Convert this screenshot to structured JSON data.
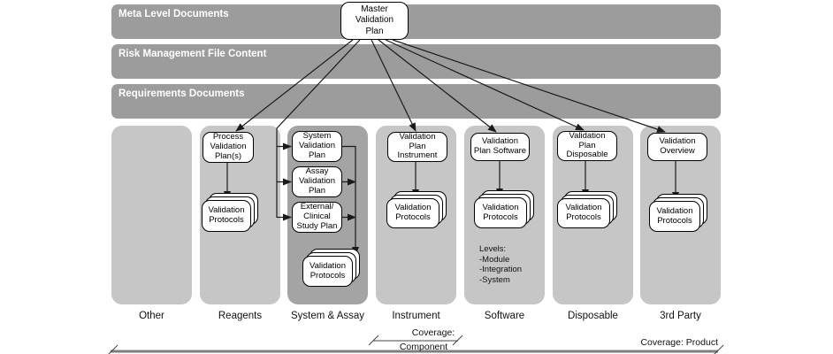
{
  "header_bars": [
    {
      "label": "Meta Level Documents"
    },
    {
      "label": "Risk Management File Content"
    },
    {
      "label": "Requirements Documents"
    }
  ],
  "master_plan": {
    "label": "Master\nValidation\nPlan"
  },
  "columns": [
    {
      "label": "Other"
    },
    {
      "label": "Reagents",
      "plan": "Process\nValidation\nPlan(s)",
      "protocols": "Validation\nProtocols"
    },
    {
      "label": "System & Assay",
      "plans": [
        "System\nValidation\nPlan",
        "Assay\nValidation\nPlan",
        "External/\nClinical\nStudy Plan"
      ],
      "protocols": "Validation\nProtocols"
    },
    {
      "label": "Instrument",
      "plan": "Validation\nPlan\nInstrument",
      "protocols": "Validation\nProtocols"
    },
    {
      "label": "Software",
      "plan": "Validation\nPlan Software",
      "protocols": "Validation\nProtocols",
      "levels_note": "Levels:\n-Module\n-Integration\n-System"
    },
    {
      "label": "Disposable",
      "plan": "Validation\nPlan\nDisposable",
      "protocols": "Validation\nProtocols"
    },
    {
      "label": "3rd Party",
      "plan": "Validation\nOverview",
      "protocols": "Validation\nProtocols"
    }
  ],
  "coverage": {
    "component_title": "Coverage:",
    "component_scope": "Component",
    "product": "Coverage: Product"
  },
  "colors": {
    "header_bar_gray": "#9c9c9c",
    "column_gray": "#c6c6c6",
    "emphasis_column_gray": "#a4a4a4",
    "box_fill": "#ffffff",
    "line_black": "#1a1a1a"
  }
}
